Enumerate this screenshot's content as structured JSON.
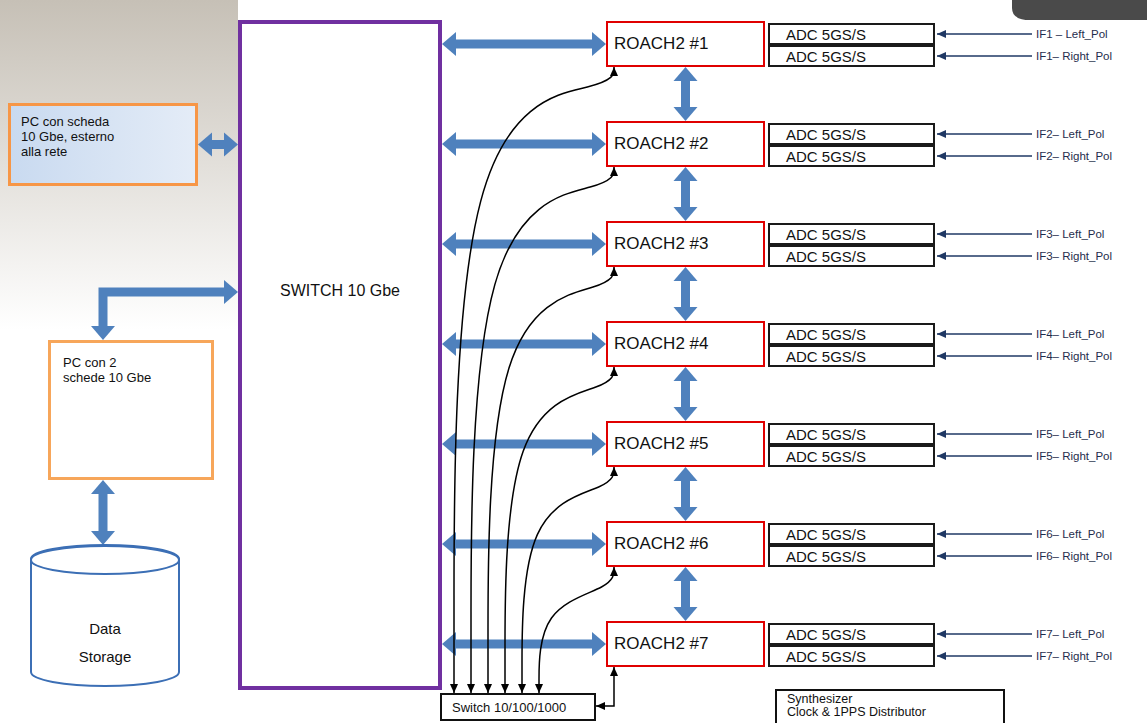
{
  "diagram": {
    "nodes": [
      {
        "text": [
          "PC con scheda 10 Gbe, esterno alla rete"
        ]
      },
      {
        "text": [
          "SWITCH 10 Gbe"
        ]
      },
      {
        "text": [
          "PC con 2 schede 10 Gbe"
        ]
      },
      {
        "text": [
          "Data Storage"
        ]
      },
      {
        "text": [
          "ROACH2 #1"
        ]
      },
      {
        "text": [
          "ADC 5GS/S"
        ]
      },
      {
        "text": [
          "ADC 5GS/S"
        ]
      },
      {
        "text": [
          "ROACH2 #2"
        ]
      },
      {
        "text": [
          "ADC 5GS/S"
        ]
      },
      {
        "text": [
          "ADC 5GS/S"
        ]
      },
      {
        "text": [
          "ROACH2 #3"
        ]
      },
      {
        "text": [
          "ADC 5GS/S"
        ]
      },
      {
        "text": [
          "ADC 5GS/S"
        ]
      },
      {
        "text": [
          "ROACH2 #4"
        ]
      },
      {
        "text": [
          "ADC 5GS/S"
        ]
      },
      {
        "text": [
          "ADC 5GS/S"
        ]
      },
      {
        "text": [
          "ROACH2 #5"
        ]
      },
      {
        "text": [
          "ADC 5GS/S"
        ]
      },
      {
        "text": [
          "ADC 5GS/S"
        ]
      },
      {
        "text": [
          "ROACH2 #6"
        ]
      },
      {
        "text": [
          "ADC 5GS/S"
        ]
      },
      {
        "text": [
          "ADC 5GS/S"
        ]
      },
      {
        "text": [
          "ROACH2 #7"
        ]
      },
      {
        "text": [
          "ADC 5GS/S"
        ]
      },
      {
        "text": [
          "ADC 5GS/S"
        ]
      },
      {
        "text": [
          "Switch 10/100/1000"
        ]
      },
      {
        "text": [
          "Synthesizer",
          "Clock & 1PPS Distributor"
        ]
      }
    ],
    "edges": [
      {
        "from": 0,
        "to": 1,
        "arrow": "both"
      },
      {
        "from": 1,
        "to": 2,
        "arrow": "both"
      },
      {
        "from": 2,
        "to": 3,
        "arrow": "both"
      },
      {
        "from": 1,
        "to": 4,
        "arrow": "both"
      },
      {
        "from": 1,
        "to": 7,
        "arrow": "both"
      },
      {
        "from": 1,
        "to": 10,
        "arrow": "both"
      },
      {
        "from": 1,
        "to": 13,
        "arrow": "both"
      },
      {
        "from": 1,
        "to": 16,
        "arrow": "both"
      },
      {
        "from": 1,
        "to": 19,
        "arrow": "both"
      },
      {
        "from": 1,
        "to": 22,
        "arrow": "both"
      },
      {
        "from": 4,
        "to": 7,
        "arrow": "both"
      },
      {
        "from": 7,
        "to": 10,
        "arrow": "both"
      },
      {
        "from": 10,
        "to": 13,
        "arrow": "both"
      },
      {
        "from": 13,
        "to": 16,
        "arrow": "both"
      },
      {
        "from": 16,
        "to": 19,
        "arrow": "both"
      },
      {
        "from": 19,
        "to": 22,
        "arrow": "both"
      },
      {
        "from": 25,
        "to": 4,
        "arrow": "both"
      },
      {
        "from": 25,
        "to": 7,
        "arrow": "both"
      },
      {
        "from": 25,
        "to": 10,
        "arrow": "both"
      },
      {
        "from": 25,
        "to": 13,
        "arrow": "both"
      },
      {
        "from": 25,
        "to": 16,
        "arrow": "both"
      },
      {
        "from": 25,
        "to": 19,
        "arrow": "both"
      },
      {
        "from": 25,
        "to": 22,
        "arrow": "both"
      }
    ],
    "labels": [
      "IF1 – Left_Pol",
      "IF1– Right_Pol",
      "IF2– Left_Pol",
      "IF2– Right_Pol",
      "IF3– Left_Pol",
      "IF3– Right_Pol",
      "IF4– Left_Pol",
      "IF4– Right_Pol",
      "IF5– Left_Pol",
      "IF5– Right_Pol",
      "IF6– Left_Pol",
      "IF6– Right_Pol",
      "IF7– Left_Pol",
      "IF7– Right_Pol"
    ]
  }
}
